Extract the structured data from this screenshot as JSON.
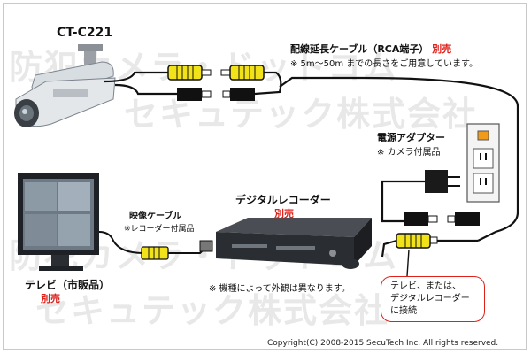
{
  "watermark": {
    "line1": "防犯カメラ・ドットコム",
    "line2": "セキュテック株式会社"
  },
  "camera": {
    "model": "CT-C221"
  },
  "cable": {
    "title": "配線延長ケーブル（RCA端子）",
    "sold_separately": "別売",
    "note": "※ 5m～50m までの長さをご用意しています。"
  },
  "adapter": {
    "title": "電源アダプター",
    "note": "※ カメラ付属品"
  },
  "recorder": {
    "title": "デジタルレコーダー",
    "sold_separately": "別売"
  },
  "video_cable": {
    "title": "映像ケーブル",
    "note": "※レコーダー付属品"
  },
  "tv": {
    "title": "テレビ（市販品）",
    "sold_separately": "別売"
  },
  "appearance_note": "※ 機種によって外観は異なります。",
  "callout": {
    "line1": "テレビ、または、",
    "line2": "デジタルレコーダー",
    "line3": "に接続"
  },
  "copyright": "Copyright(C) 2008-2015 SecuTech Inc. All rights reserved.",
  "colors": {
    "accent_red": "#e0201a",
    "connector_yellow": "#f2e21a",
    "outlet_orange": "#f29a1a"
  }
}
